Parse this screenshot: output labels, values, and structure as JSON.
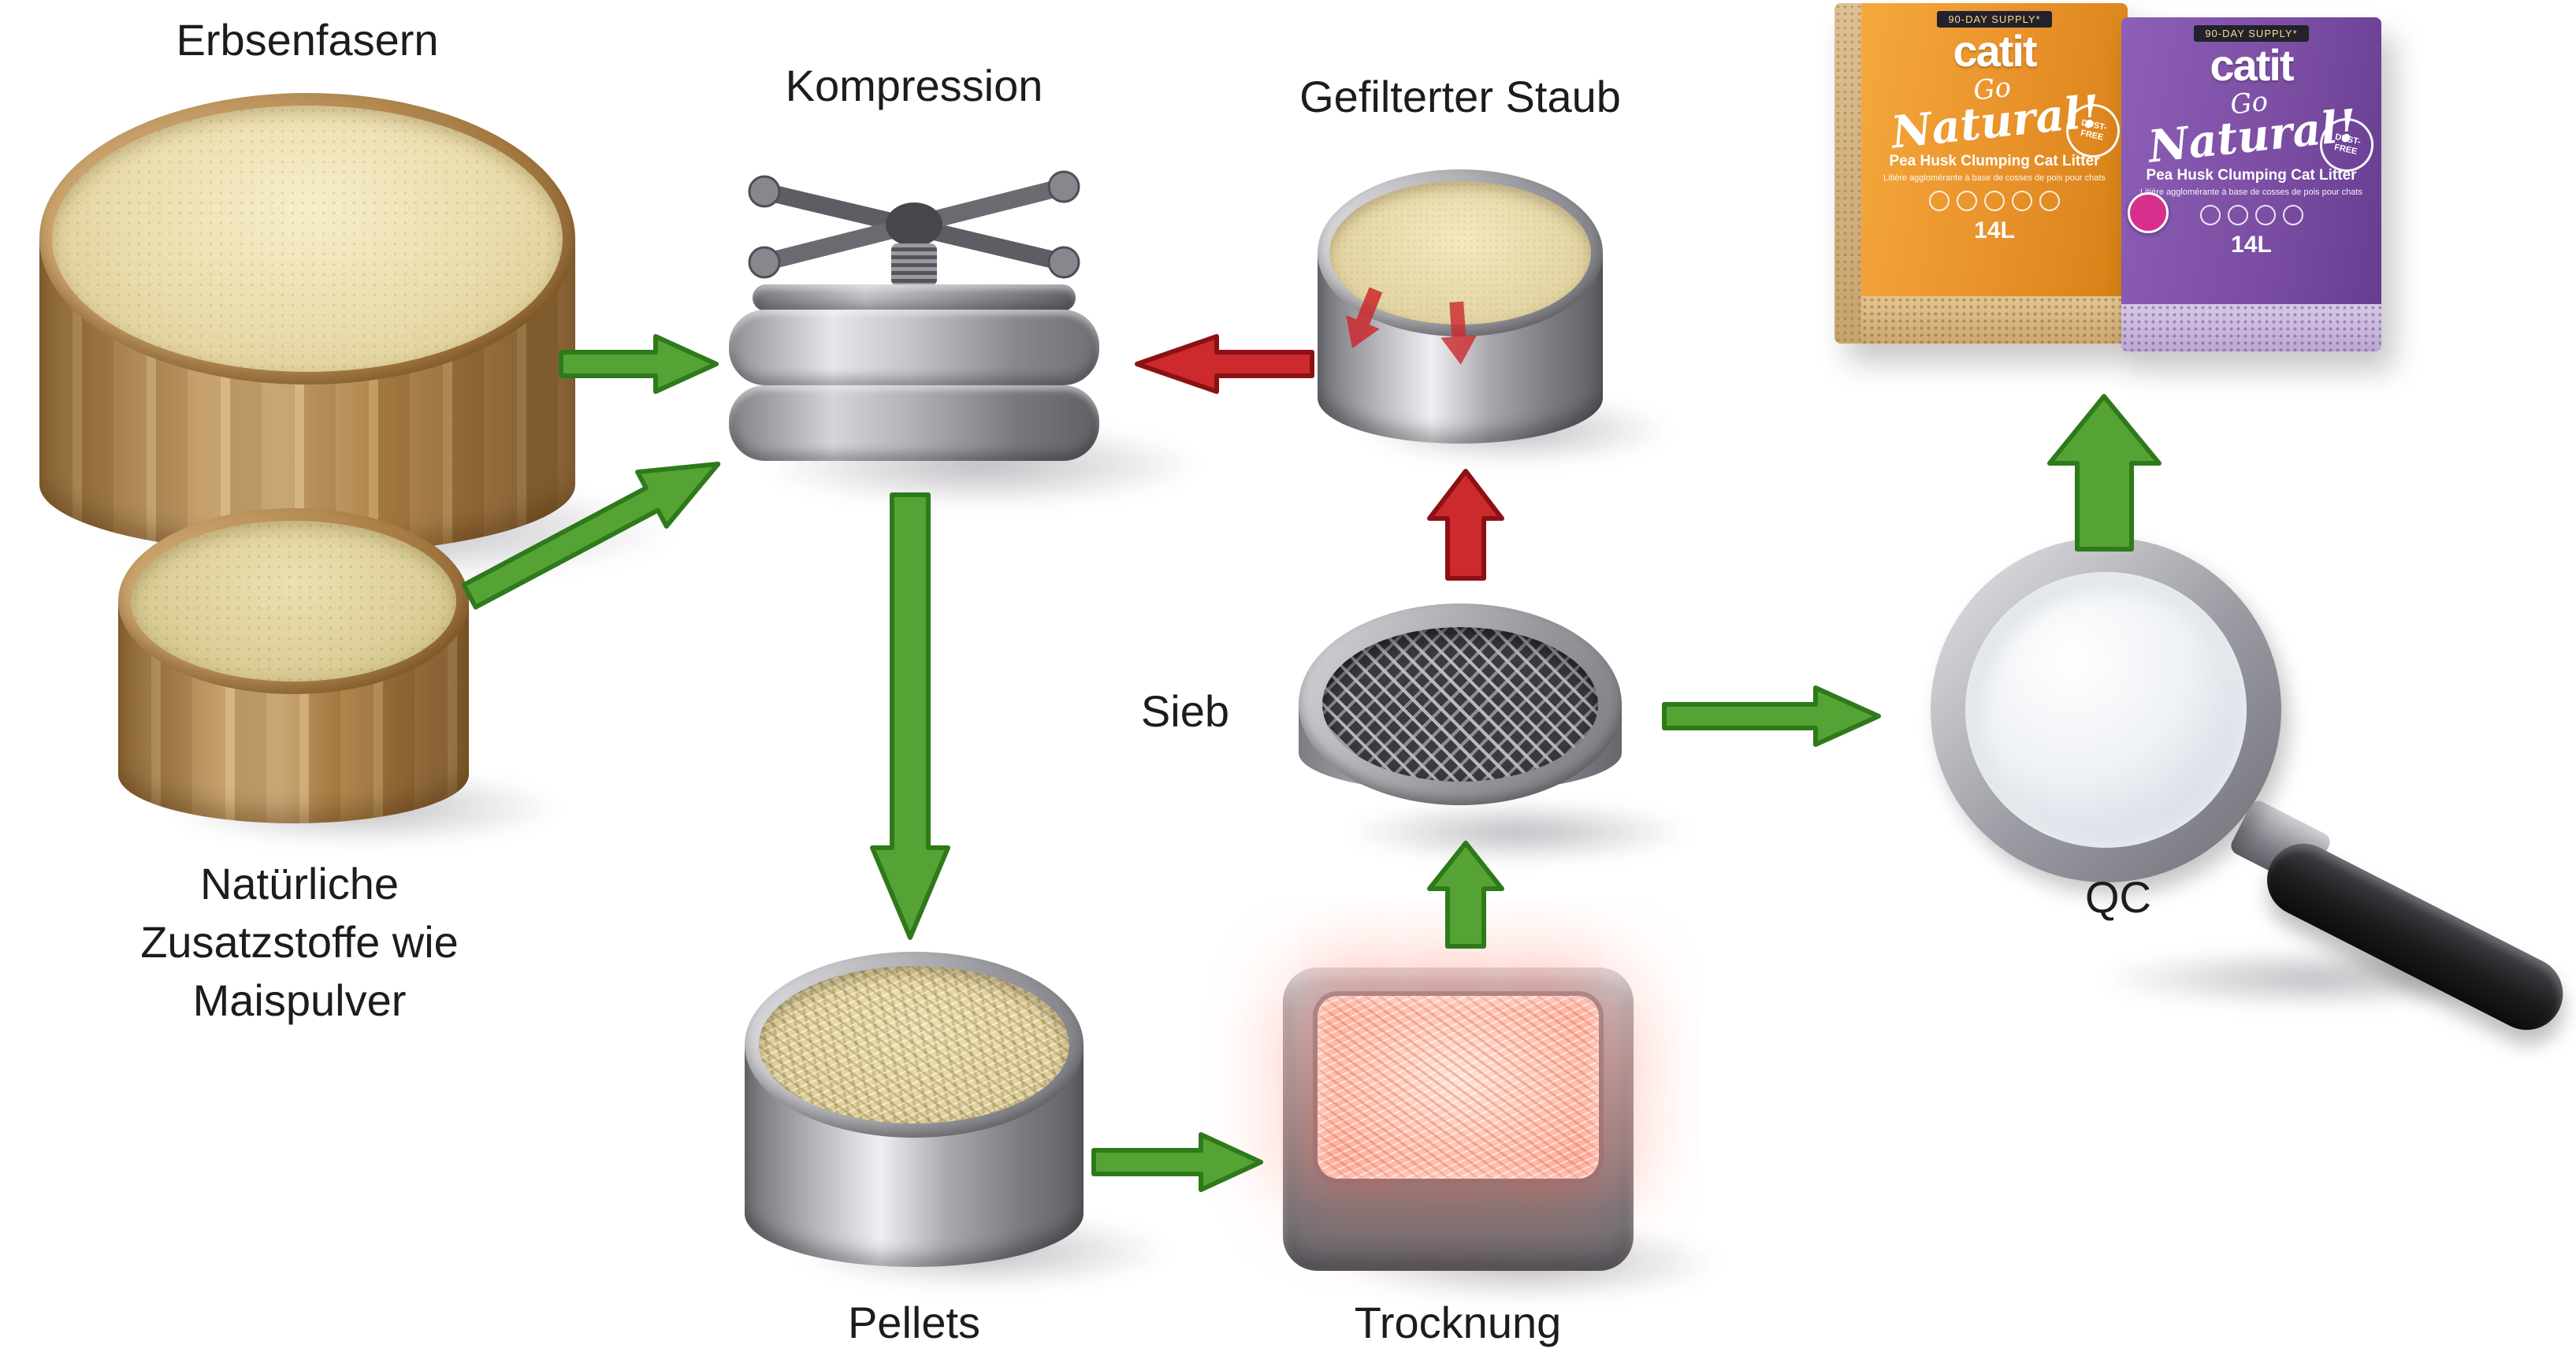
{
  "colors": {
    "background": "#ffffff",
    "label_text": "#1c1c1c",
    "arrow_green": "#55a334",
    "arrow_green_dark": "#2e7a1a",
    "arrow_red": "#cd2a2e",
    "arrow_red_dark": "#8c1114",
    "box_orange": "#e8912a",
    "box_purple": "#7b4ea3",
    "badge_pink": "#d82f8c"
  },
  "labels": {
    "pea_fiber": "Erbsenfasern",
    "additives": "Natürliche Zusatzstoffe wie Maispulver",
    "compression": "Kompression",
    "pellets": "Pellets",
    "drying": "Trocknung",
    "sieve": "Sieb",
    "filtered_dust": "Gefilterter Staub",
    "qc": "QC"
  },
  "products": [
    {
      "banner": "90-DAY SUPPLY*",
      "brand": "catit",
      "script_go": "Go",
      "script_natural": "Natural!",
      "badge": "DUST-FREE",
      "title": "Pea Husk Clumping Cat Litter",
      "subtitle": "Litière agglomérante à base de cosses de pois pour chats",
      "size": "14L"
    },
    {
      "banner": "90-DAY SUPPLY*",
      "brand": "catit",
      "script_go": "Go",
      "script_natural": "Natural!",
      "badge": "DUST-FREE",
      "title": "Pea Husk Clumping Cat Litter",
      "subtitle": "Litière agglomérante à base de cosses de pois pour chats",
      "size": "14L"
    }
  ]
}
